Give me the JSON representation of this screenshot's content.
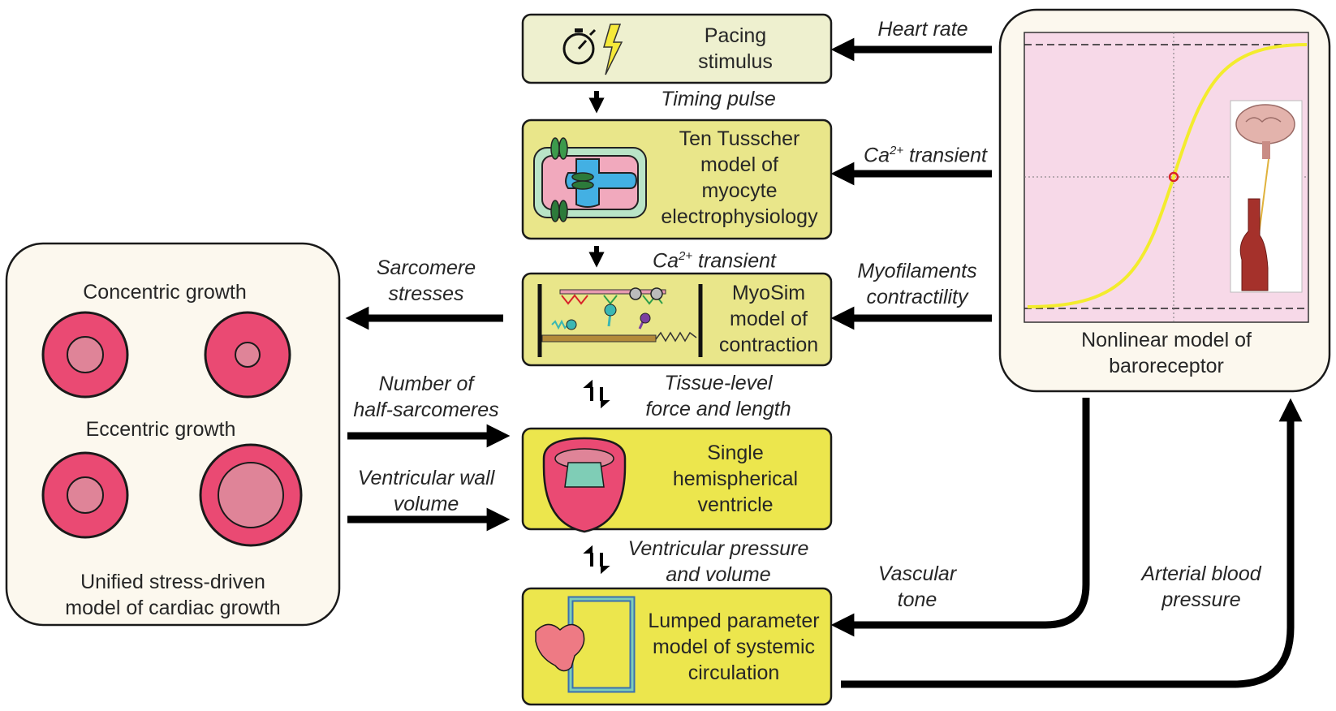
{
  "boxes": {
    "pacing": {
      "line1": "Pacing",
      "line2": "stimulus"
    },
    "tentusscher": {
      "line1": "Ten Tusscher",
      "line2": "model of",
      "line3": "myocyte",
      "line4": "electrophysiology"
    },
    "myosim": {
      "line1": "MyoSim",
      "line2": "model of",
      "line3": "contraction"
    },
    "ventricle": {
      "line1": "Single",
      "line2": "hemispherical",
      "line3": "ventricle"
    },
    "circulation": {
      "line1": "Lumped parameter",
      "line2": "model of systemic",
      "line3": "circulation"
    },
    "baroreceptor": {
      "line1": "Nonlinear model of",
      "line2": "baroreceptor"
    },
    "growth": {
      "concentric": "Concentric growth",
      "eccentric": "Eccentric growth",
      "line1": "Unified stress-driven",
      "line2": "model of cardiac growth"
    }
  },
  "arrow_labels": {
    "heart_rate": "Heart rate",
    "timing_pulse": "Timing pulse",
    "ca_transient_right": {
      "pre": "Ca",
      "sup": "2+",
      "post": " transient"
    },
    "ca_transient_mid": {
      "pre": "Ca",
      "sup": "2+",
      "post": " transient"
    },
    "myofilaments": {
      "line1": "Myofilaments",
      "line2": "contractility"
    },
    "sarcomere": {
      "line1": "Sarcomere",
      "line2": "stresses"
    },
    "tissue": {
      "line1": "Tissue-level",
      "line2": "force and length"
    },
    "half_sarcomeres": {
      "line1": "Number of",
      "line2": "half-sarcomeres"
    },
    "wall_volume": {
      "line1": "Ventricular wall",
      "line2": "volume"
    },
    "pressure_volume": {
      "line1": "Ventricular pressure",
      "line2": "and volume"
    },
    "vascular_tone": {
      "line1": "Vascular",
      "line2": "tone"
    },
    "arterial_bp": {
      "line1": "Arterial blood",
      "line2": "pressure"
    }
  },
  "colors": {
    "pacing_fill": "#eef0cf",
    "model_fill": "#e9e68a",
    "ventricle_fill": "#ece64d",
    "panel_fill": "#fcf8ee",
    "plot_bg": "#f7d9e8",
    "curve": "#f3ec2d",
    "tissue_pink": "#ea4a73",
    "tissue_light": "#df8498",
    "arrow": "#000000"
  },
  "icons": [
    "stopwatch-icon",
    "lightning-icon",
    "ion-channel-icon",
    "myofilament-icon",
    "ventricle-icon",
    "circulation-icon",
    "brain-icon",
    "carotid-artery-icon"
  ]
}
